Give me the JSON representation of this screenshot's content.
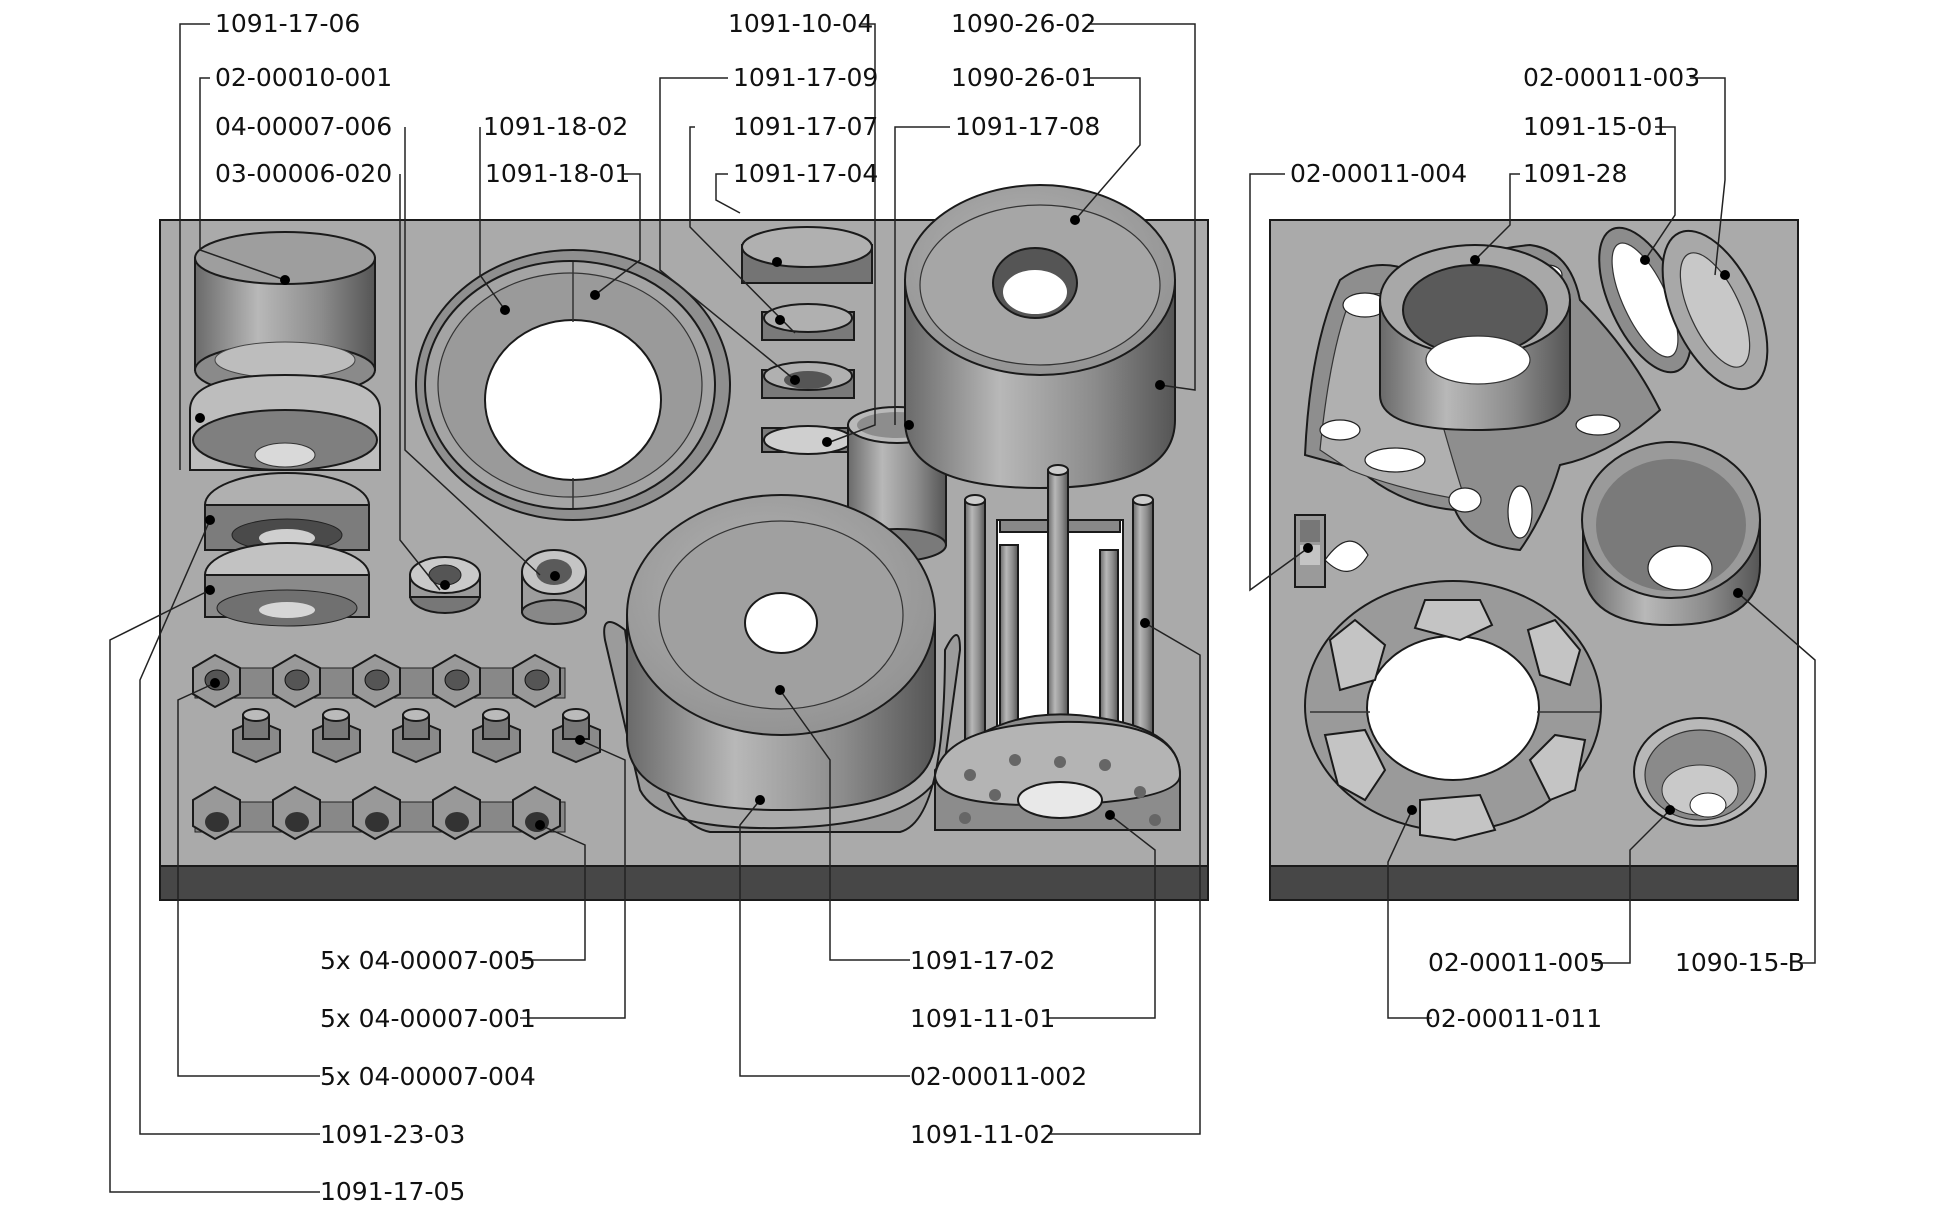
{
  "labels": {
    "l_1091_17_06": "1091-17-06",
    "l_02_00010_001": "02-00010-001",
    "l_04_00007_006": "04-00007-006",
    "l_03_00006_020": "03-00006-020",
    "l_1091_18_02": "1091-18-02",
    "l_1091_18_01": "1091-18-01",
    "l_1091_10_04": "1091-10-04",
    "l_1091_17_09": "1091-17-09",
    "l_1091_17_07": "1091-17-07",
    "l_1091_17_04": "1091-17-04",
    "l_1090_26_02": "1090-26-02",
    "l_1090_26_01": "1090-26-01",
    "l_1091_17_08": "1091-17-08",
    "l_02_00011_004": "02-00011-004",
    "l_02_00011_003": "02-00011-003",
    "l_1091_15_01": "1091-15-01",
    "l_1091_28": "1091-28",
    "l_5x_04_00007_005": "5x 04-00007-005",
    "l_5x_04_00007_001": "5x 04-00007-001",
    "l_5x_04_00007_004": "5x 04-00007-004",
    "l_1091_23_03": "1091-23-03",
    "l_1091_17_05": "1091-17-05",
    "l_1091_17_02": "1091-17-02",
    "l_1091_11_01": "1091-11-01",
    "l_02_00011_002": "02-00011-002",
    "l_1091_11_02": "1091-11-02",
    "l_02_00011_005": "02-00011-005",
    "l_1090_15_B": "1090-15-B",
    "l_02_00011_011": "02-00011-011"
  },
  "colors": {
    "plate": "#a9a9a9",
    "plate_edge": "#4a4a4a",
    "part_light": "#c8c8c8",
    "part_mid": "#9a9a9a",
    "part_dark": "#6e6e6e",
    "hole": "#ffffff"
  }
}
